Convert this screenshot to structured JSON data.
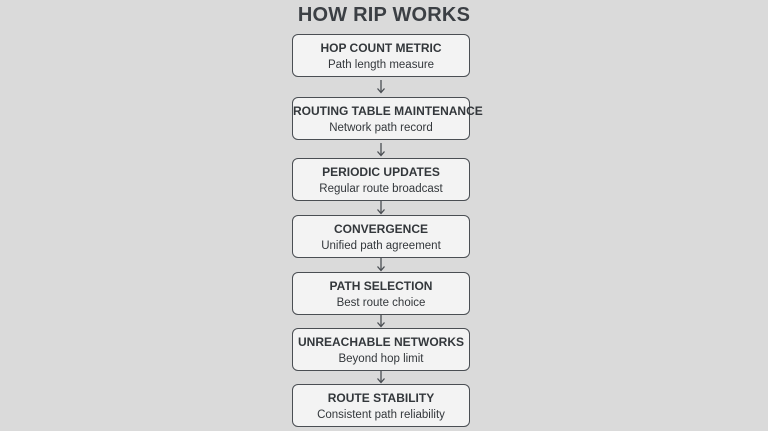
{
  "title": "HOW RIP WORKS",
  "steps": [
    {
      "title": "HOP COUNT METRIC",
      "subtitle": "Path length measure"
    },
    {
      "title": "ROUTING TABLE MAINTENANCE",
      "subtitle": "Network path record"
    },
    {
      "title": "PERIODIC UPDATES",
      "subtitle": "Regular route broadcast"
    },
    {
      "title": "CONVERGENCE",
      "subtitle": "Unified path agreement"
    },
    {
      "title": "PATH SELECTION",
      "subtitle": "Best route choice"
    },
    {
      "title": "UNREACHABLE NETWORKS",
      "subtitle": "Beyond hop limit"
    },
    {
      "title": "ROUTE STABILITY",
      "subtitle": "Consistent path reliability"
    }
  ],
  "colors": {
    "background": "#dadada",
    "box_fill": "#f3f3f3",
    "box_border": "#4a4e53",
    "text": "#33373b"
  }
}
